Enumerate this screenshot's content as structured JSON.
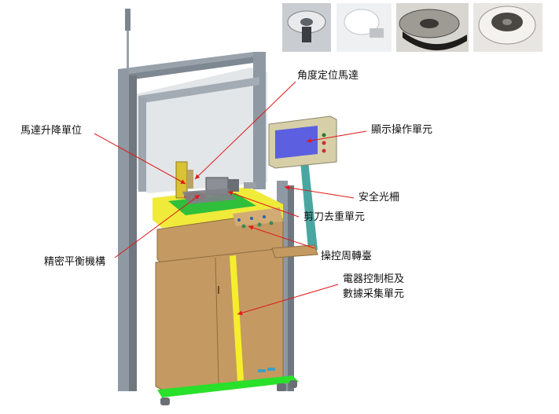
{
  "labels": {
    "angle_motor": "角度定位馬達",
    "motor_lift": "馬達升降單位",
    "display_unit": "顯示操作單元",
    "light_curtain": "安全光柵",
    "shear_unit": "剪刀去重單元",
    "precision_balance": "精密平衡機構",
    "control_panel": "操控周轉臺",
    "cabinet_line1": "電器控制柜及",
    "cabinet_line2": "數據采集單元"
  },
  "photos": [
    {
      "icon": "impeller-photo-1"
    },
    {
      "icon": "impeller-photo-2"
    },
    {
      "icon": "impeller-photo-3"
    },
    {
      "icon": "impeller-photo-4"
    }
  ],
  "colors": {
    "frame": "#8f99a3",
    "frame_dark": "#6b747e",
    "cabinet": "#c49a62",
    "cabinet_dark": "#a87f4c",
    "table_yellow": "#f0ea3a",
    "table_green": "#2fbf3a",
    "stripe_yellow": "#f6ee2a",
    "base_green": "#29e02a",
    "display_panel": "#d6cfa8",
    "screen": "#5b5fe0",
    "arm": "#4aa6a0",
    "arrow": "#e01818"
  }
}
